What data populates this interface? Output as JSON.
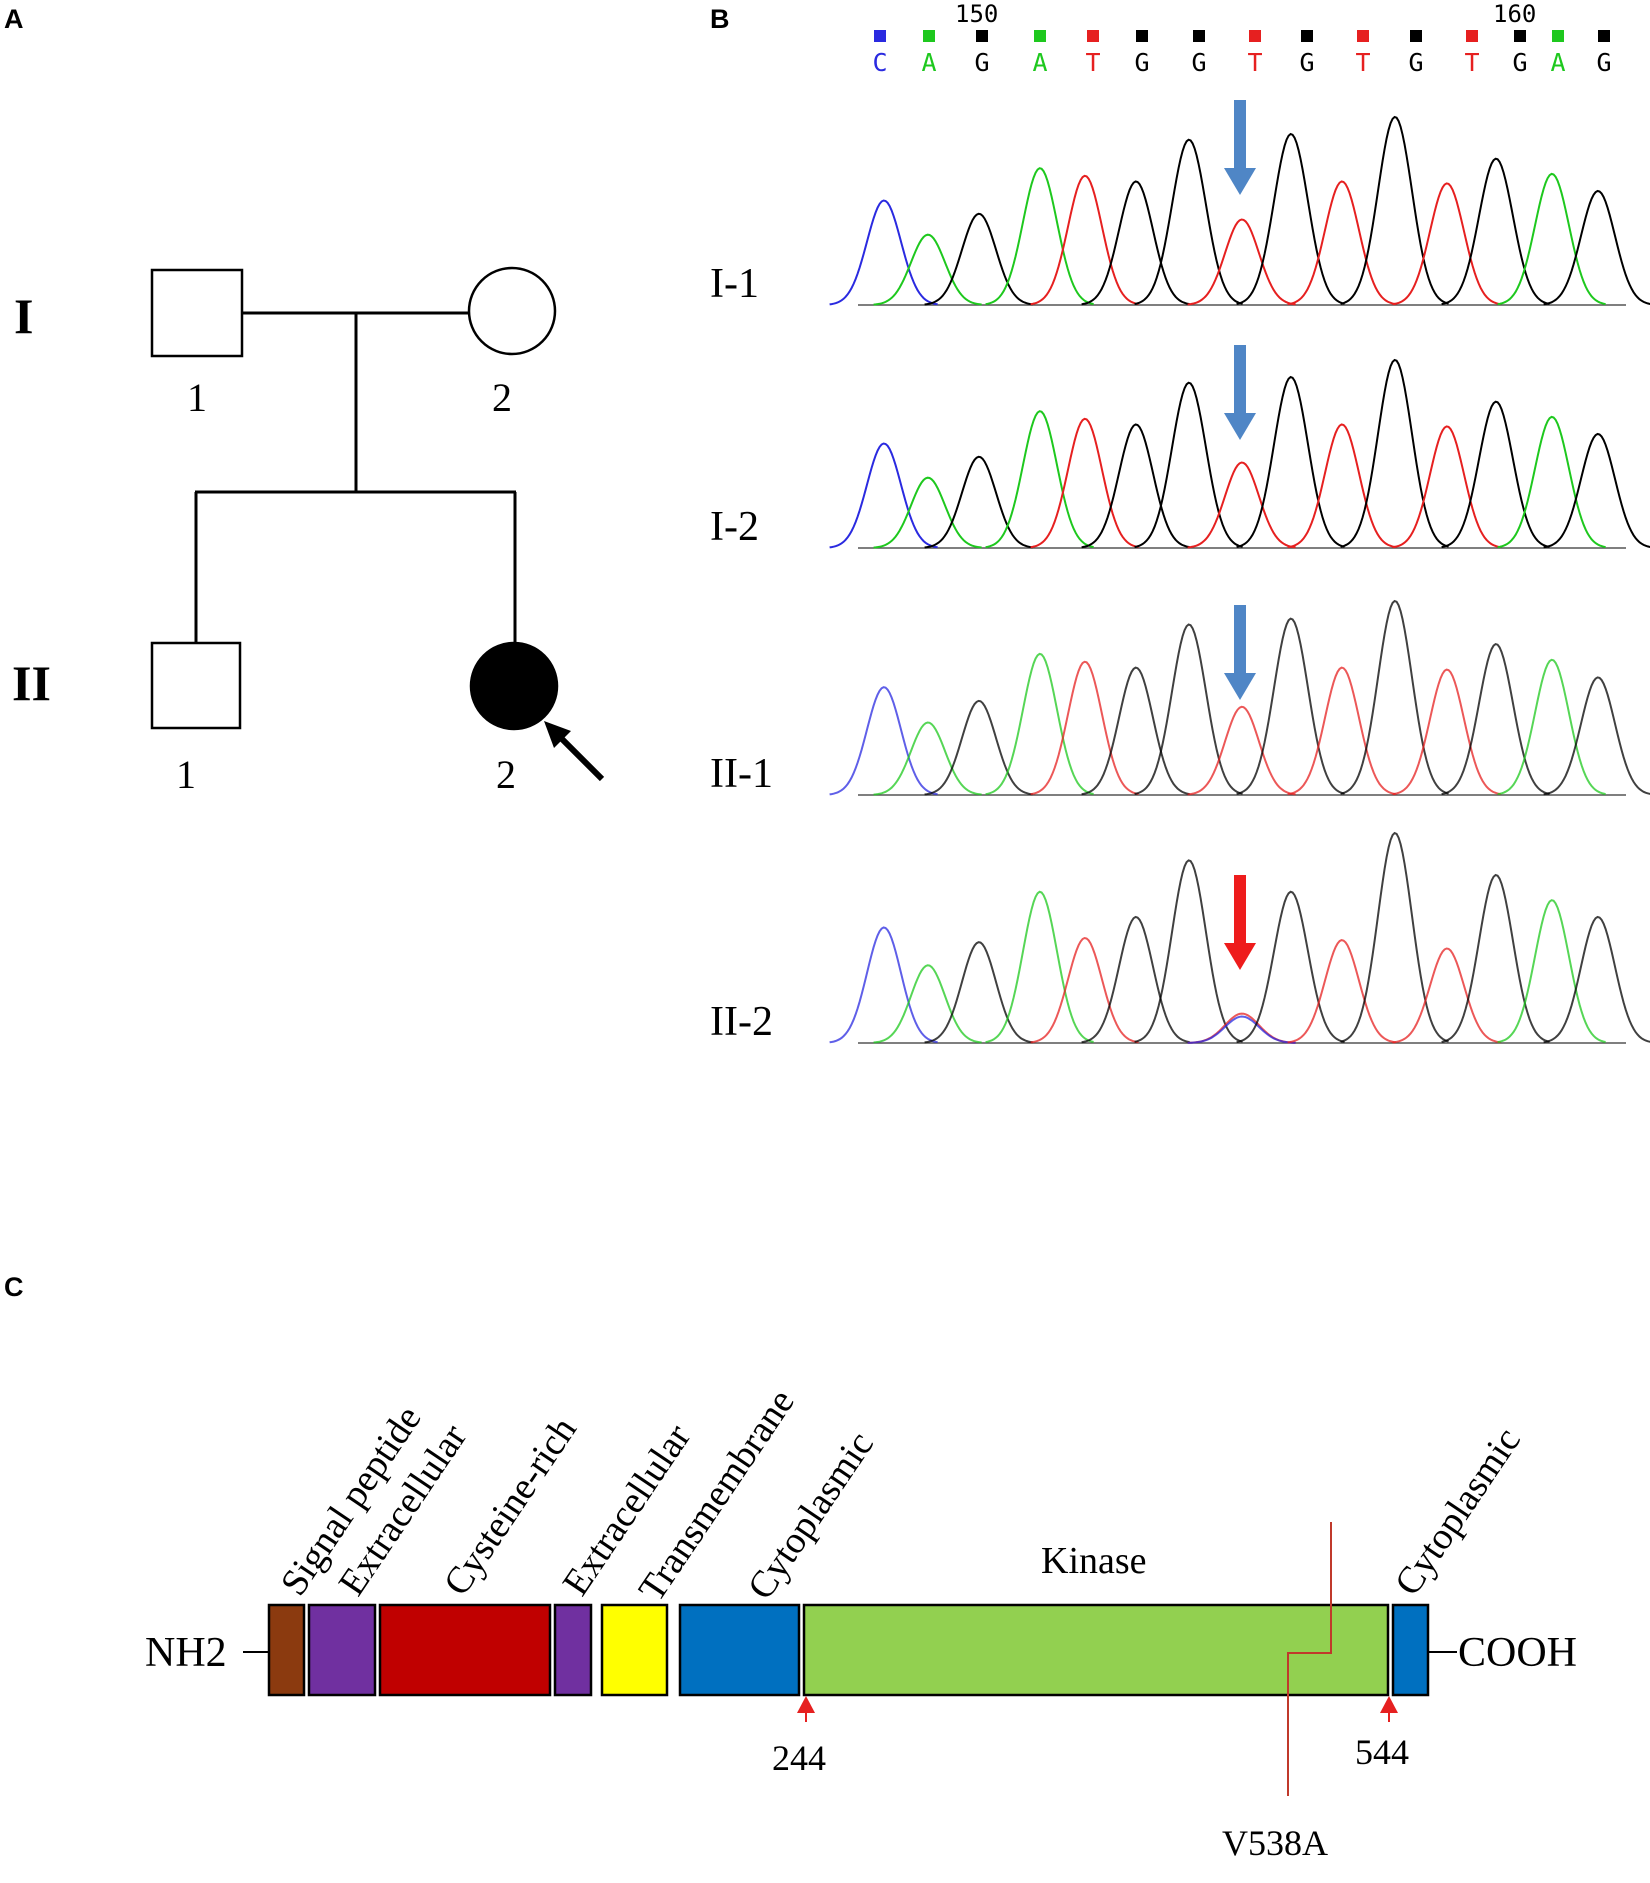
{
  "panels": {
    "a": "A",
    "b": "B",
    "c": "C"
  },
  "pedigree": {
    "generations": [
      "I",
      "II"
    ],
    "gen1_numbers": [
      "1",
      "2"
    ],
    "gen2_numbers": [
      "1",
      "2"
    ]
  },
  "sequencing": {
    "position_markers": [
      "150",
      "160"
    ],
    "bases": [
      "C",
      "A",
      "G",
      "A",
      "T",
      "G",
      "G",
      "T",
      "G",
      "T",
      "G",
      "T",
      "G",
      "A",
      "G"
    ],
    "base_colors": {
      "A": "#1ec81e",
      "C": "#2a2ae0",
      "G": "#000000",
      "T": "#e62020"
    },
    "samples": [
      {
        "label": "I-1",
        "variant": "normal"
      },
      {
        "label": "I-2",
        "variant": "normal"
      },
      {
        "label": "II-1",
        "variant": "normal"
      },
      {
        "label": "II-2",
        "variant": "mutant"
      }
    ],
    "arrow_colors": {
      "normal": "#4f86c6",
      "mutant": "#ee1c1c"
    }
  },
  "protein": {
    "n_terminus": "NH2",
    "c_terminus": "COOH",
    "domains": [
      {
        "label": "Signal peptide",
        "color": "#8b3a0f"
      },
      {
        "label": "Extracellular",
        "color": "#7030a0"
      },
      {
        "label": "Cysteine-rich",
        "color": "#c00000"
      },
      {
        "label": "Extracellular",
        "color": "#7030a0"
      },
      {
        "label": "Transmembrane",
        "color": "#ffff00"
      },
      {
        "label": "Cytoplasmic",
        "color": "#0070c0"
      },
      {
        "label": "Kinase",
        "color": "#92d050"
      },
      {
        "label": "Cytoplasmic",
        "color": "#0070c0"
      }
    ],
    "kinase_start": "244",
    "kinase_end": "544",
    "variant": "V538A"
  }
}
